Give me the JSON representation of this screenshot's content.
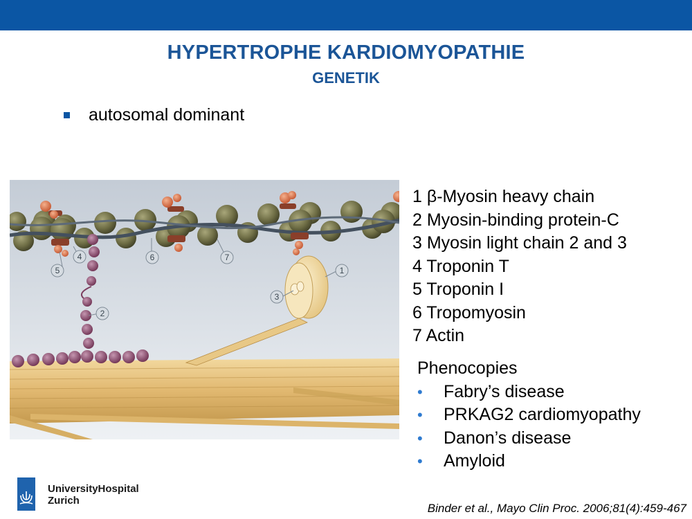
{
  "slide": {
    "title": "HYPERTROPHE KARDIOMYOPATHIE",
    "subtitle": "GENETIK",
    "bullet": "autosomal dominant",
    "figure_labels": [
      "1",
      "2",
      "3",
      "4",
      "5",
      "6",
      "7"
    ],
    "legend": [
      "1 β-Myosin heavy chain",
      "2 Myosin-binding protein-C",
      "3 Myosin light chain 2 and 3",
      "4 Troponin T",
      "5 Troponin I",
      "6 Tropomyosin",
      "7 Actin"
    ],
    "phenocopies": {
      "heading": "Phenocopies",
      "items": [
        "Fabry’s disease",
        "PRKAG2 cardiomyopathy",
        "Danon’s disease",
        "Amyloid"
      ]
    },
    "logo": {
      "line1": "UniversityHospital",
      "line2": "Zurich"
    },
    "citation": "Binder et al., Mayo Clin Proc. 2006;81(4):459-467"
  },
  "colors": {
    "header_bar": "#0b56a4",
    "title": "#1b5597",
    "bullet_dot": "#2f7bd0",
    "actin_bead": "#6b6b3f",
    "myosin_filament": "#e6c37a",
    "mybpc_bead": "#8e4f6f",
    "troponin": "#e07a50"
  }
}
